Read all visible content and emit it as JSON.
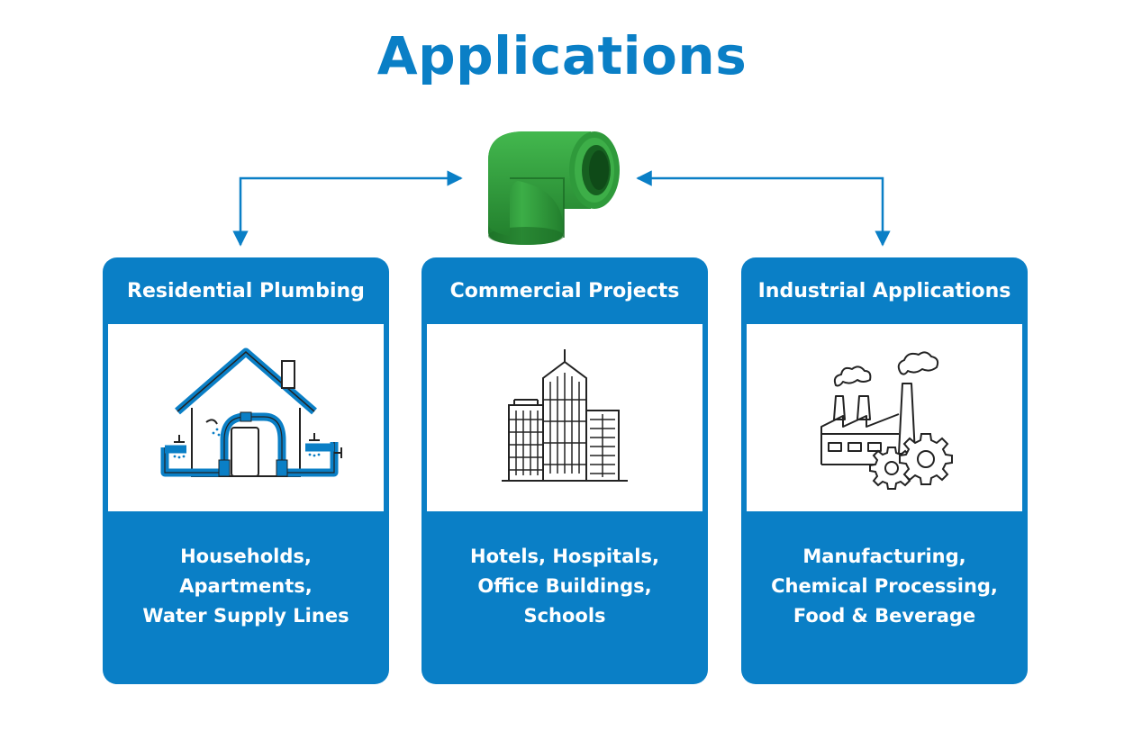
{
  "title": "Applications",
  "colors": {
    "brand_blue": "#0a7fc6",
    "fitting_green": "#2f9a3b",
    "line_dark": "#222222"
  },
  "central_icon": "pipe-elbow-fitting-icon",
  "cards": [
    {
      "title": "Residential Plumbing",
      "icon": "house-plumbing-icon",
      "lines": [
        "Households,",
        "Apartments,",
        "Water Supply Lines"
      ]
    },
    {
      "title": "Commercial Projects",
      "icon": "office-buildings-icon",
      "lines": [
        "Hotels, Hospitals,",
        "Office Buildings,",
        "Schools"
      ]
    },
    {
      "title": "Industrial Applications",
      "icon": "factory-gears-icon",
      "lines": [
        "Manufacturing,",
        "Chemical Processing,",
        "Food & Beverage"
      ]
    }
  ]
}
